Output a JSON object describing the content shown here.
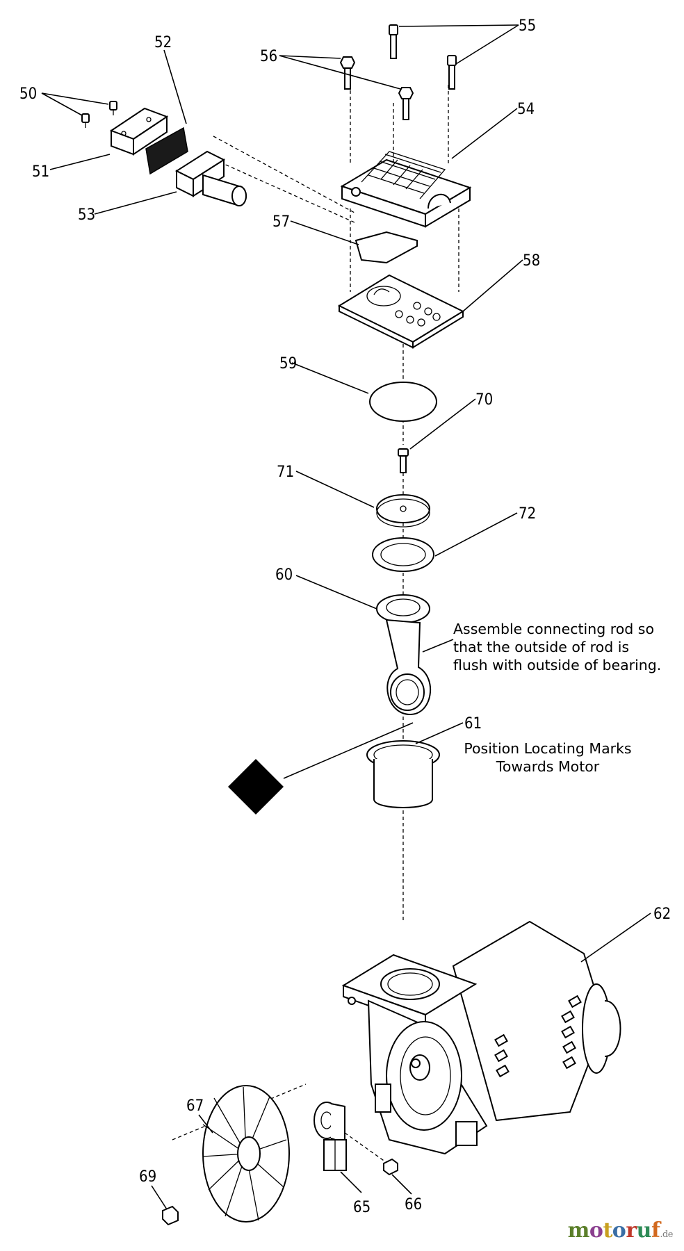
{
  "callouts": [
    "50",
    "51",
    "52",
    "53",
    "54",
    "55",
    "56",
    "57",
    "58",
    "59",
    "60",
    "61",
    "62",
    "65",
    "66",
    "67",
    "69",
    "70",
    "71",
    "72"
  ],
  "notes": {
    "rod_line1": "Assemble connecting rod so",
    "rod_line2": "that the outside of rod is",
    "rod_line3": "flush with outside of bearing.",
    "marks_line1": "Position Locating Marks",
    "marks_line2": "Towards Motor"
  },
  "watermark": {
    "text": "motoruf",
    "suffix": ".de",
    "letter_colors": [
      "#5b7f2a",
      "#8b3f8f",
      "#c8a020",
      "#3a6ea5",
      "#c0392b",
      "#2e8b57",
      "#d2691e"
    ]
  }
}
